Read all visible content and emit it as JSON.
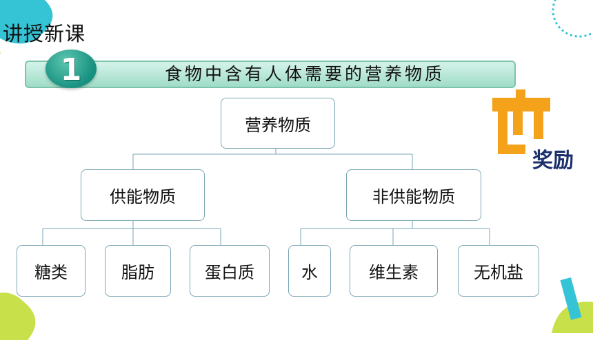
{
  "header": {
    "section_label": "讲授新课"
  },
  "banner": {
    "number": "1",
    "title": "食物中含有人体需要的营养物质"
  },
  "reward": {
    "label": "奖励",
    "icon": "gift-icon"
  },
  "diagram": {
    "root": {
      "label": "营养物质"
    },
    "branches": [
      {
        "label": "供能物质",
        "children": [
          "糖类",
          "脂肪",
          "蛋白质"
        ]
      },
      {
        "label": "非供能物质",
        "children": [
          "水",
          "维生素",
          "无机盐"
        ]
      }
    ]
  },
  "colors": {
    "banner_fill": "#b5e6d6",
    "badge": "#1e9b89",
    "gift": "#f5a21b",
    "reward_text": "#1b2f6b",
    "node_border": "#7aa6b4",
    "accent_lime": "#c8e04a",
    "accent_cyan": "#35c4d6"
  }
}
